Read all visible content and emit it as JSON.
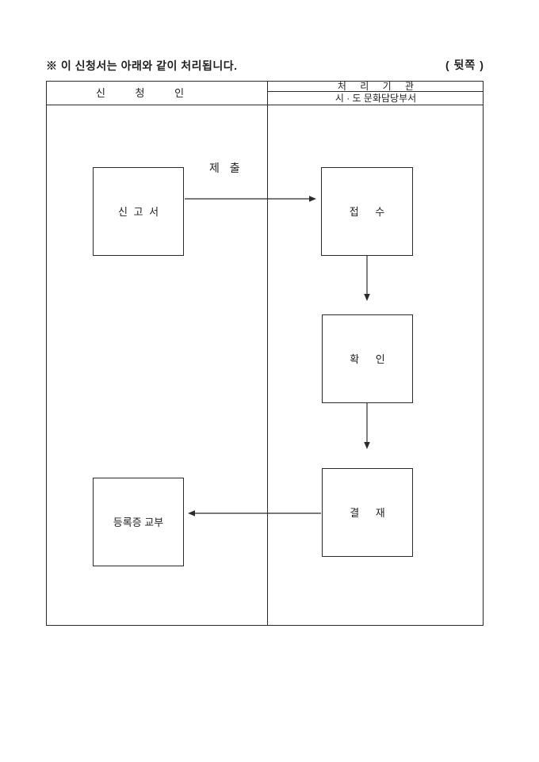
{
  "page": {
    "note": "※ 이 신청서는 아래와 같이 처리됩니다.",
    "side_label": "( 뒷쪽 )"
  },
  "table": {
    "applicant_header": "신 청 인",
    "agency_header": "처 리 기 관",
    "agency_subheader": "시 · 도 문화담당부서"
  },
  "flow": {
    "submit_label": "제 출",
    "boxes": [
      {
        "id": "report-form",
        "label": "신 고 서"
      },
      {
        "id": "receipt",
        "label": "접 수"
      },
      {
        "id": "confirmation",
        "label": "확 인"
      },
      {
        "id": "approval",
        "label": "결 재"
      },
      {
        "id": "certificate-issuance",
        "label": "등록증 교부"
      }
    ]
  },
  "colors": {
    "ink": "#2b2b2b",
    "paper": "#ffffff"
  }
}
